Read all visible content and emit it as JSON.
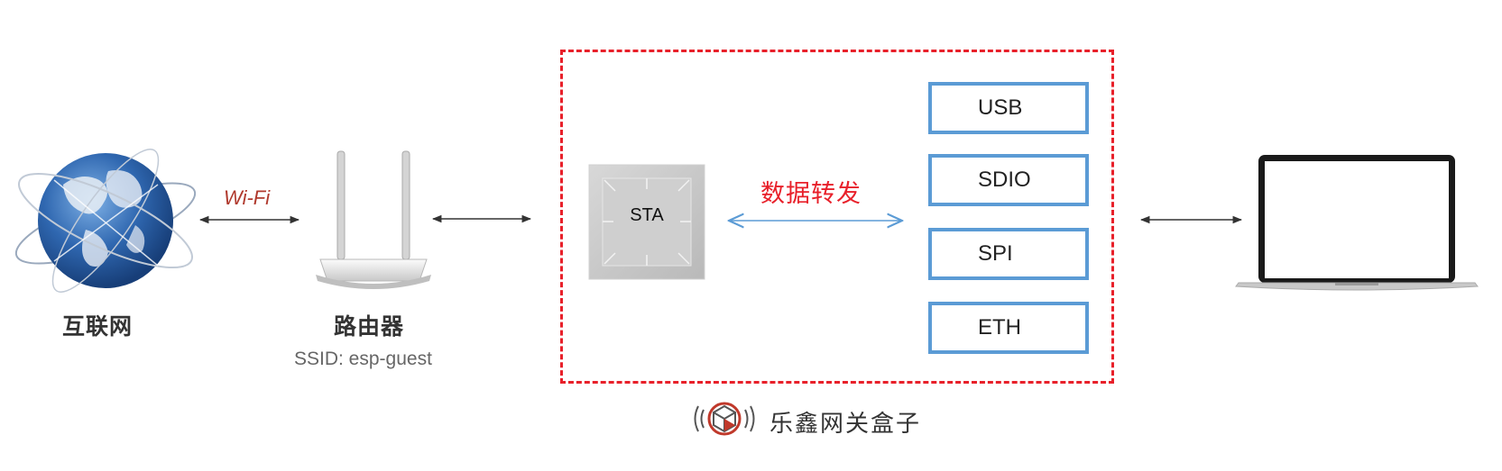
{
  "internet": {
    "label": "互联网",
    "icon": "globe-icon"
  },
  "wifi_link": {
    "label": "Wi-Fi",
    "color": "#b03a2e"
  },
  "router": {
    "label": "路由器",
    "ssid": "SSID: esp-guest",
    "icon": "router-icon"
  },
  "gateway": {
    "border_color": "#e8202a",
    "chip_label": "STA",
    "forward_label": "数据转发",
    "forward_color": "#e8202a",
    "interfaces": [
      "USB",
      "SDIO",
      "SPI",
      "ETH"
    ],
    "interface_border": "#5b9bd5"
  },
  "brand": {
    "name": "乐鑫网关盒子",
    "logo": "lexin-cube-logo"
  },
  "laptop": {
    "icon": "laptop-icon"
  }
}
